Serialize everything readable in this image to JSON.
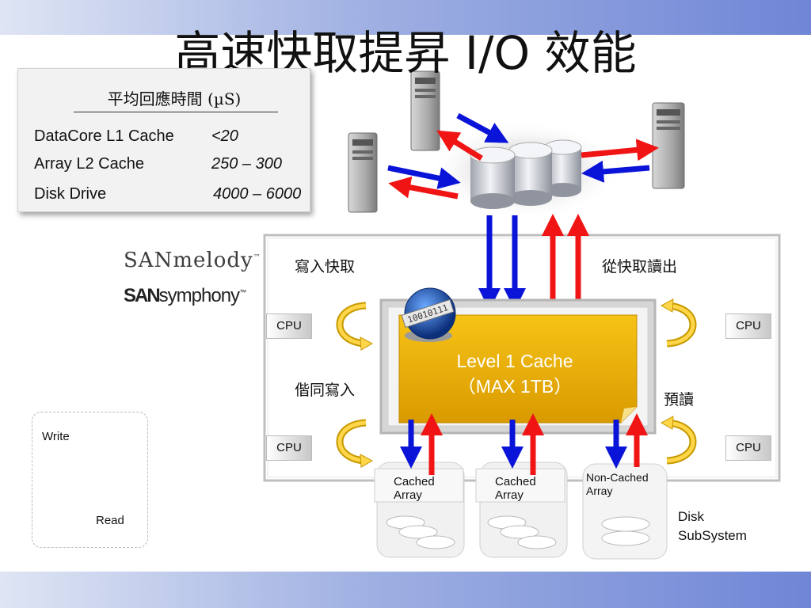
{
  "slide": {
    "title": "高速快取提昇 I/O 效能"
  },
  "latency_table": {
    "header": "平均回應時間 (µS)",
    "rows": [
      {
        "label": "DataCore L1 Cache",
        "value": "<20"
      },
      {
        "label": "Array L2 Cache",
        "value": "250 – 300"
      },
      {
        "label": "Disk Drive",
        "value": "4000 – 6000"
      }
    ]
  },
  "brands": {
    "sanmelody": "SANmelody",
    "sansymphony_bold": "SAN",
    "sansymphony_rest": "symphony",
    "trademark": "™"
  },
  "legend": {
    "write": "Write",
    "read": "Read",
    "write_color": "#0a14d8",
    "read_color": "#f01414"
  },
  "diagram": {
    "write_cache_label": "寫入快取",
    "read_from_cache_label": "從快取讀出",
    "cowrite_label": "偕同寫入",
    "prefetch_label": "預讀",
    "cpu_label": "CPU",
    "cache_title": "Level 1 Cache",
    "cache_capacity": "（MAX 1TB）",
    "chip_text": "10010111",
    "cached_array_1": "Cached Array",
    "cached_array_2": "Cached Array",
    "non_cached_array": "Non-Cached Array",
    "disk_subsystem": "Disk SubSystem",
    "cache_color": "#f2b500"
  }
}
